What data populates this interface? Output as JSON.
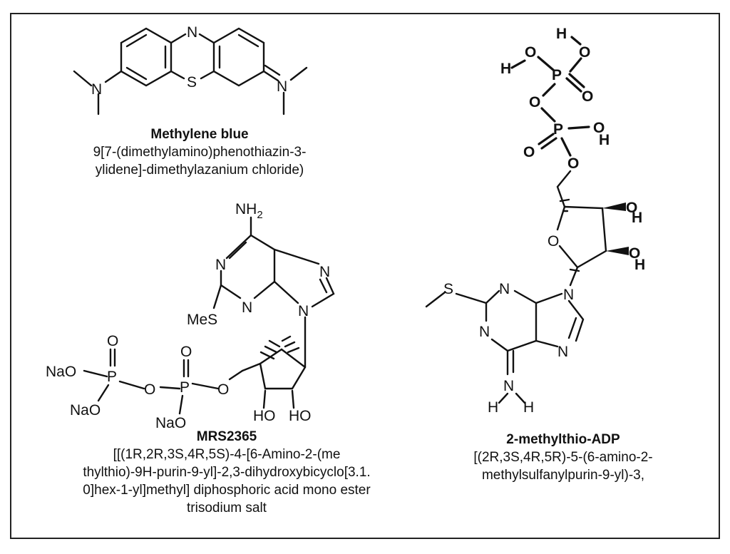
{
  "molecules": {
    "methylene_blue": {
      "name": "Methylene blue",
      "iupac_lines": [
        "9[7-(dimethylamino)phenothiazin-3-",
        "ylidene]-dimethylazanium chloride)"
      ],
      "atoms": {
        "n_top": "N",
        "s": "S",
        "n_left": "N",
        "n_right": "N"
      }
    },
    "mrs2365": {
      "name": "MRS2365",
      "iupac_lines": [
        "[[(1R,2R,3S,4R,5S)-4-[6-Amino-2-(me",
        "thylthio)-9H-purin-9-yl]-2,3-dihydroxybicyclo[3.1.",
        "0]hex-1-yl]methyl] diphosphoric acid mono ester",
        "trisodium salt"
      ],
      "atoms": {
        "nh2": "NH",
        "sub2": "2",
        "n1": "N",
        "n3": "N",
        "n7": "N",
        "n9": "N",
        "mes": "MeS",
        "nao1": "NaO",
        "nao2": "NaO",
        "nao3": "NaO",
        "p1": "P",
        "p2": "P",
        "o_bridge": "O",
        "o_ester": "O",
        "o_p1": "O",
        "o_p2": "O",
        "ho1": "HO",
        "ho2": "HO"
      }
    },
    "methylthio_adp": {
      "name": "2-methylthio-ADP",
      "iupac_lines": [
        "[(2R,3S,4R,5R)-5-(6-amino-2-",
        "methylsulfanylpurin-9-yl)-3,"
      ],
      "atoms": {
        "h_top": "H",
        "o_top": "O",
        "h_left": "H",
        "o_left": "O",
        "p1": "P",
        "o_p1_dbl": "O",
        "o_bridge": "O",
        "p2": "P",
        "o_p2_left": "O",
        "o_p2_right": "O",
        "h_p2": "H",
        "o_ester": "O",
        "o_ring": "O",
        "oh1_o": "O",
        "oh1_h": "H",
        "oh2_o": "O",
        "oh2_h": "H",
        "s": "S",
        "n1": "N",
        "n3": "N",
        "n7": "N",
        "n9": "N",
        "nh_n": "N",
        "nh_h1": "H",
        "nh_h2": "H"
      }
    }
  }
}
